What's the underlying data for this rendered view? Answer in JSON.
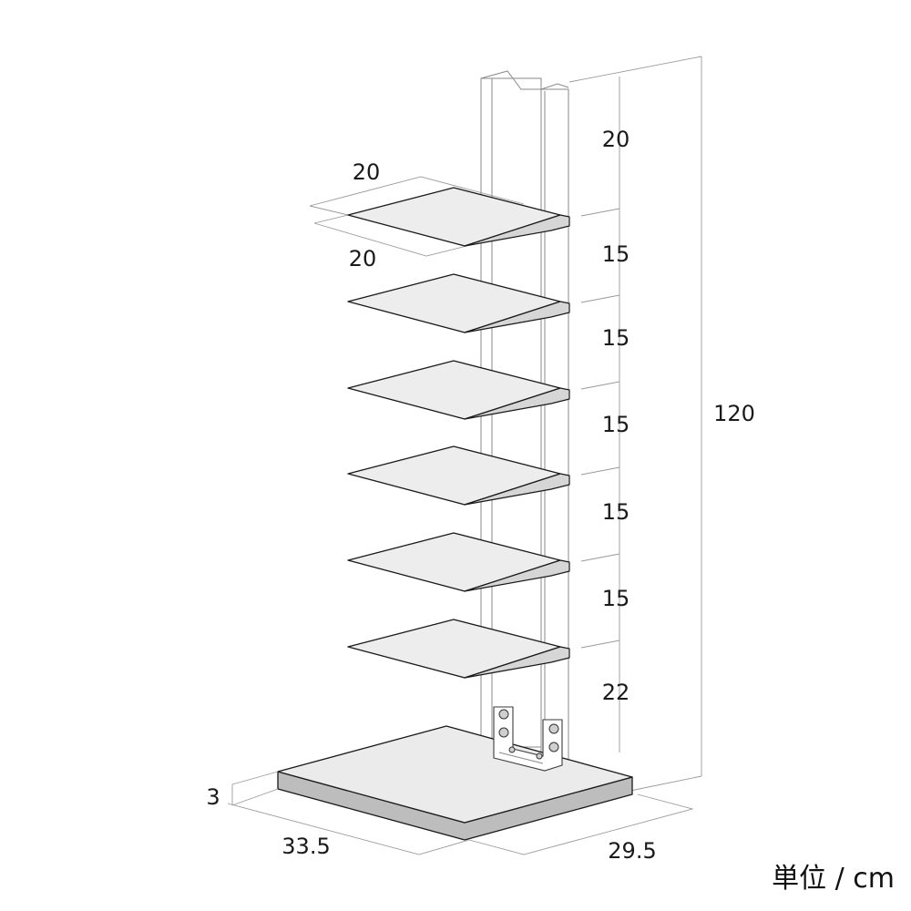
{
  "diagram": {
    "shelf_dimensions": {
      "width": "20",
      "depth": "20"
    },
    "spacing_labels": [
      "20",
      "15",
      "15",
      "15",
      "15",
      "15",
      "22"
    ],
    "total_height": "120",
    "base_dimensions": {
      "thickness": "3",
      "width": "33.5",
      "depth": "29.5"
    },
    "unit_label": "単位 / cm",
    "shelf_count": 6,
    "colors": {
      "line": "#1a1a1a",
      "shelf_fill": "#ededed",
      "base_side": "#bdbdbd",
      "guide": "#9a9a9a"
    }
  }
}
